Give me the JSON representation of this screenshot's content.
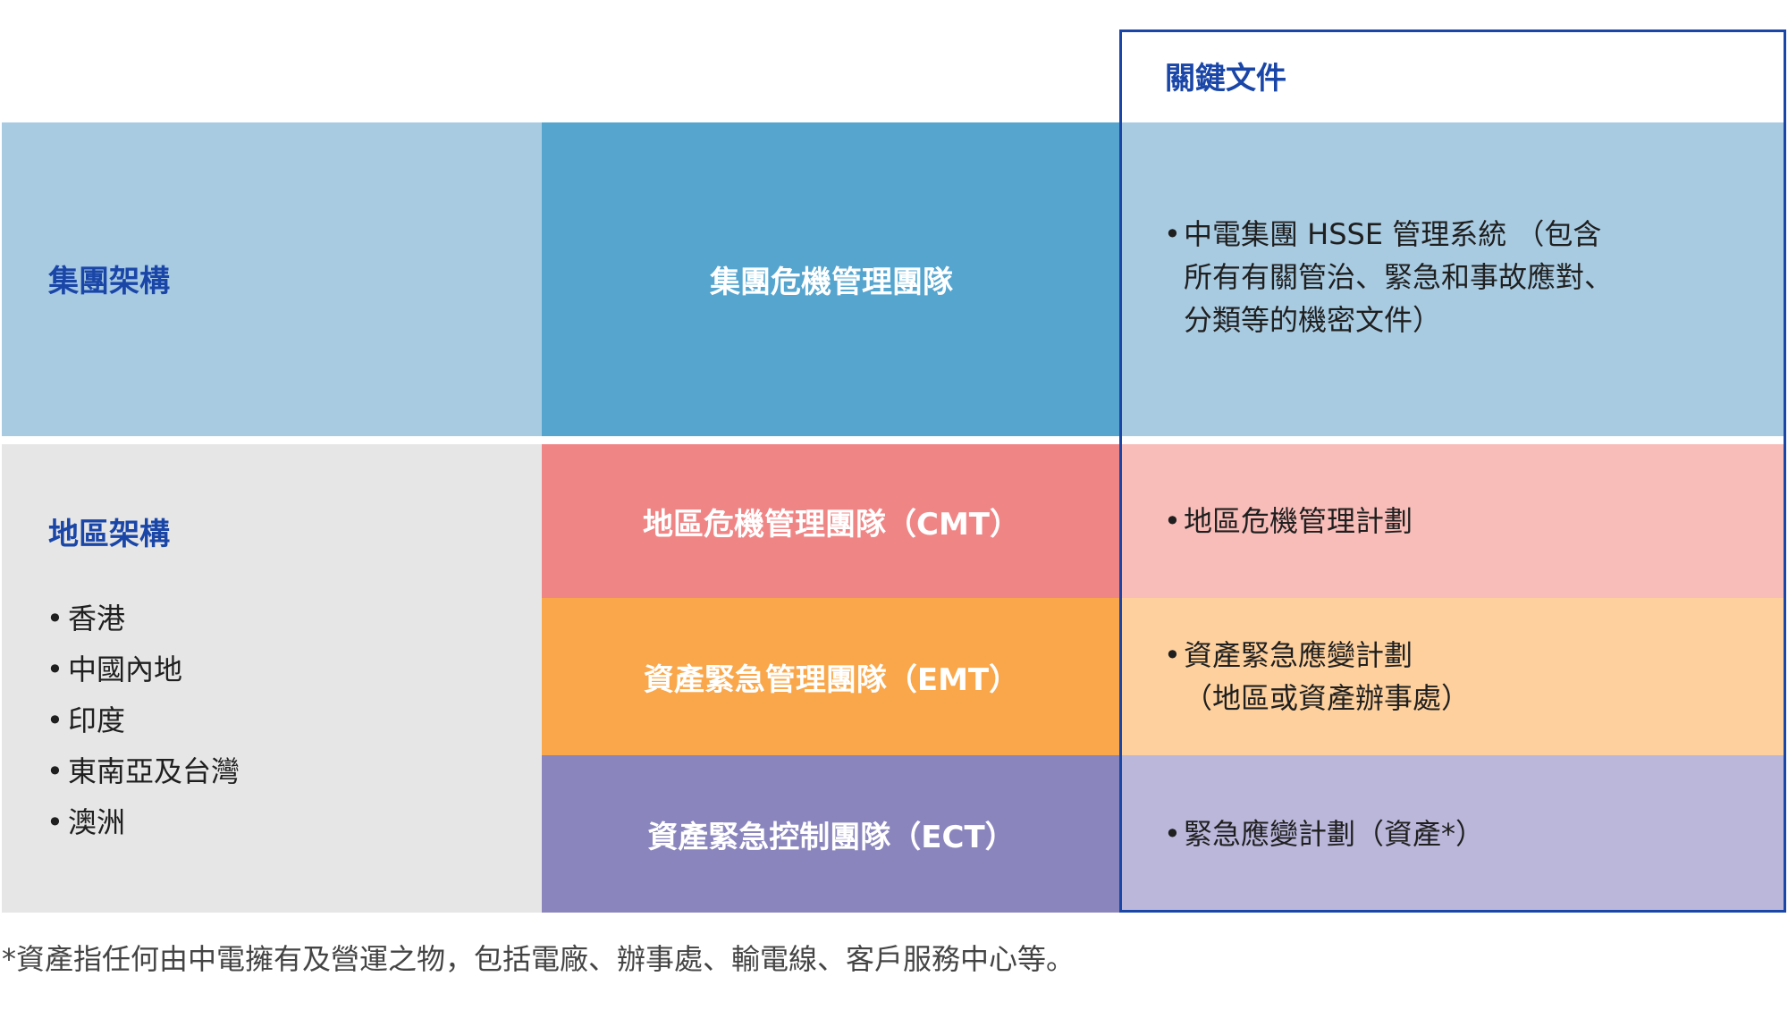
{
  "header": {
    "key_documents": "關鍵文件"
  },
  "colors": {
    "group_left": "#a8cbe2",
    "group_mid": "#55a5cf",
    "regional_left": "#e6e6e6",
    "cmt": "#f08586",
    "emt": "#f9a74a",
    "ect": "#8a85bd",
    "doc_group": "#a8cbe2",
    "doc_cmt": "#f8bdb9",
    "doc_emt": "#fdd09e",
    "doc_ect": "#bab7db",
    "frame": "#1a46a8",
    "heading": "#1a46a8"
  },
  "group": {
    "label": "集團架構",
    "team": "集團危機管理團隊",
    "doc": {
      "bullet": "•",
      "lines": [
        "中電集團 HSSE 管理系統 （包含",
        "所有有關管治、緊急和事故應對、",
        "分類等的機密文件）"
      ]
    }
  },
  "regional": {
    "label": "地區架構",
    "bullet": "•",
    "regions": [
      "香港",
      "中國內地",
      "印度",
      "東南亞及台灣",
      "澳洲"
    ],
    "cmt": {
      "team": "地區危機管理團隊（CMT）",
      "doc": {
        "bullet": "•",
        "lines": [
          "地區危機管理計劃"
        ]
      }
    },
    "emt": {
      "team": "資產緊急管理團隊（EMT）",
      "doc": {
        "bullet": "•",
        "lines": [
          "資產緊急應變計劃",
          "（地區或資產辦事處）"
        ]
      }
    },
    "ect": {
      "team": "資產緊急控制團隊（ECT）",
      "doc": {
        "bullet": "•",
        "lines": [
          "緊急應變計劃（資產*）"
        ]
      }
    }
  },
  "footnote": "*資產指任何由中電擁有及營運之物，包括電廠、辦事處、輸電線、客戶服務中心等。"
}
